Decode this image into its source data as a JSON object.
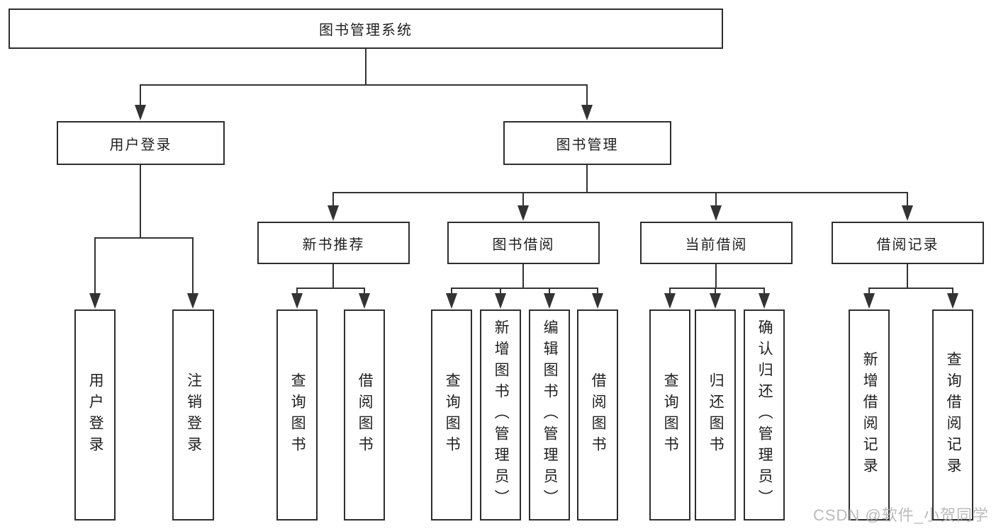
{
  "diagram_type": "tree",
  "tree": {
    "label": "图书管理系统",
    "children": [
      {
        "label": "用户登录",
        "children": [
          {
            "label": "用户登录"
          },
          {
            "label": "注销登录"
          }
        ]
      },
      {
        "label": "图书管理",
        "children": [
          {
            "label": "新书推荐",
            "children": [
              {
                "label": "查询图书"
              },
              {
                "label": "借阅图书"
              }
            ]
          },
          {
            "label": "图书借阅",
            "children": [
              {
                "label": "查询图书"
              },
              {
                "label": "新增图书（管理员）"
              },
              {
                "label": "编辑图书（管理员）"
              },
              {
                "label": "借阅图书"
              }
            ]
          },
          {
            "label": "当前借阅",
            "children": [
              {
                "label": "查询图书"
              },
              {
                "label": "归还图书"
              },
              {
                "label": "确认归还（管理员）"
              }
            ]
          },
          {
            "label": "借阅记录",
            "children": [
              {
                "label": "新增借阅记录"
              },
              {
                "label": "查询借阅记录"
              }
            ]
          }
        ]
      }
    ]
  },
  "watermark": "CSDN @软件_小贺同学",
  "colors": {
    "background": "#ffffff",
    "box_fill": "#ffffff",
    "box_border": "#2e2e2e",
    "line": "#333333",
    "text": "#1f1f1f",
    "watermark": "#b7b7b7"
  }
}
